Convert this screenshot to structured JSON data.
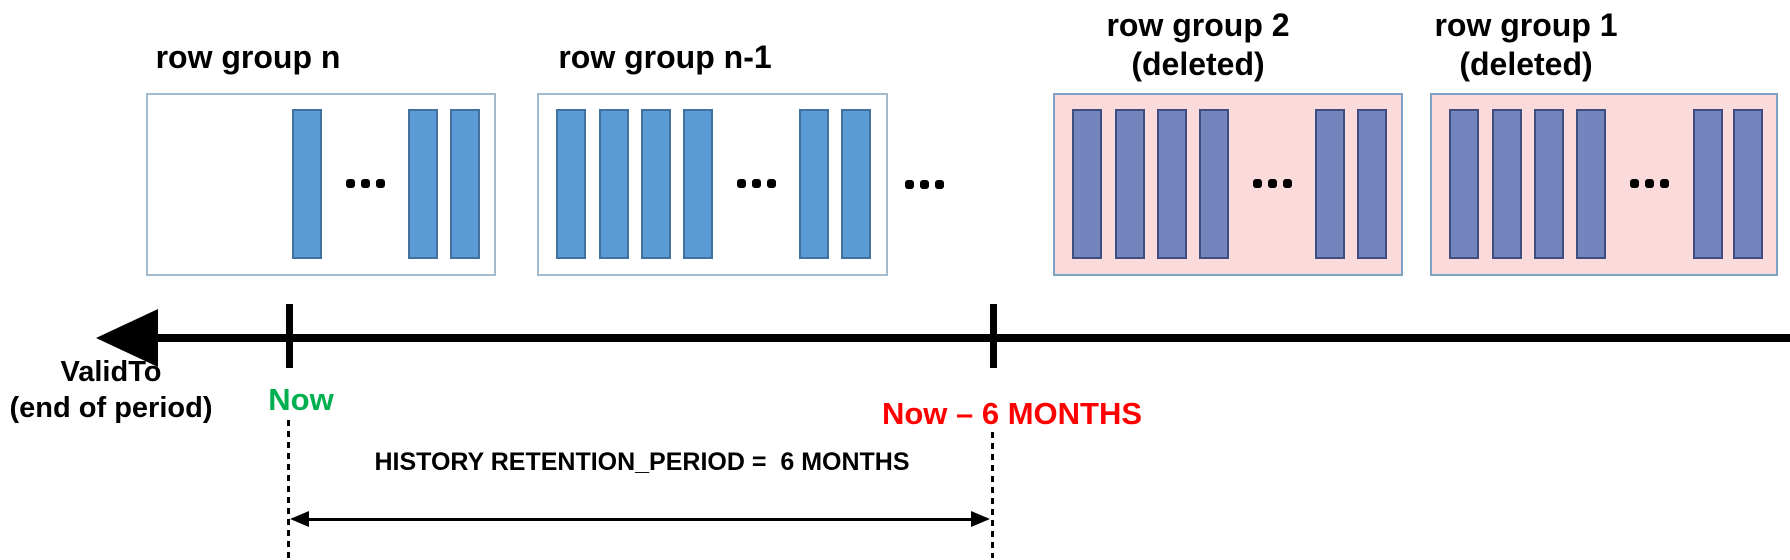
{
  "colors": {
    "active_bar_fill": "#5B9BD5",
    "active_bar_border": "#41719C",
    "active_box_border": "#A4BACD",
    "deleted_bar_fill": "#7484BD",
    "deleted_bar_border": "#3F4E7E",
    "deleted_box_fill": "#FBDADC",
    "deleted_box_border": "#7CA3C4",
    "now_label": "#00B050",
    "past_label": "#FF0000",
    "axis": "#000000"
  },
  "row_groups": [
    {
      "label": "row group n",
      "sublabel": "",
      "deleted": false
    },
    {
      "label": "row group n-1",
      "sublabel": "",
      "deleted": false
    },
    {
      "label": "row group 2",
      "sublabel": "(deleted)",
      "deleted": true
    },
    {
      "label": "row group 1",
      "sublabel": "(deleted)",
      "deleted": true
    }
  ],
  "timeline": {
    "axis_label_line1": "ValidTo",
    "axis_label_line2": "(end of period)",
    "now_tick_label": "Now",
    "past_tick_label": "Now – 6 MONTHS",
    "retention_label": "HISTORY RETENTION_PERIOD =  6 MONTHS"
  }
}
